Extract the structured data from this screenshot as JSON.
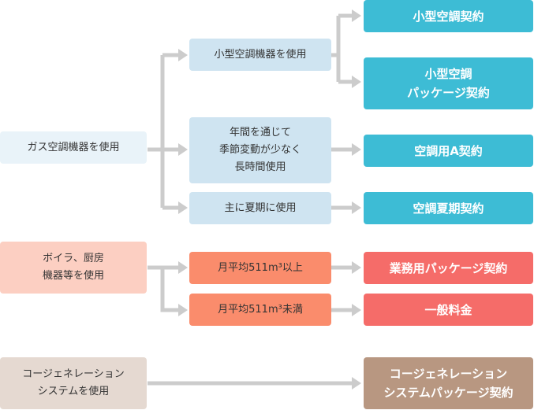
{
  "colors": {
    "connector": "#cccccc",
    "gas_result": "#3dbcd5",
    "gas_condition": "#cfe4f1",
    "gas_source": "#e9f3f9",
    "boiler_source": "#fccfc2",
    "boiler_condition": "#fa8c6c",
    "boiler_result": "#f56c69",
    "cogen_source": "#e5d9d1",
    "cogen_result": "#b89781"
  },
  "gas": {
    "source": "ガス空調機器を使用",
    "conditions": [
      "小型空調機器を使用",
      "年間を通じて\n季節変動が少なく\n長時間使用",
      "主に夏期に使用"
    ],
    "results": [
      "小型空調契約",
      "小型空調\nパッケージ契約",
      "空調用A契約",
      "空調夏期契約"
    ]
  },
  "boiler": {
    "source": "ボイラ、厨房\n機器等を使用",
    "conditions": [
      "月平均511m³以上",
      "月平均511m³未満"
    ],
    "results": [
      "業務用パッケージ契約",
      "一般料金"
    ]
  },
  "cogen": {
    "source": "コージェネレーション\nシステムを使用",
    "result": "コージェネレーション\nシステムパッケージ契約"
  }
}
